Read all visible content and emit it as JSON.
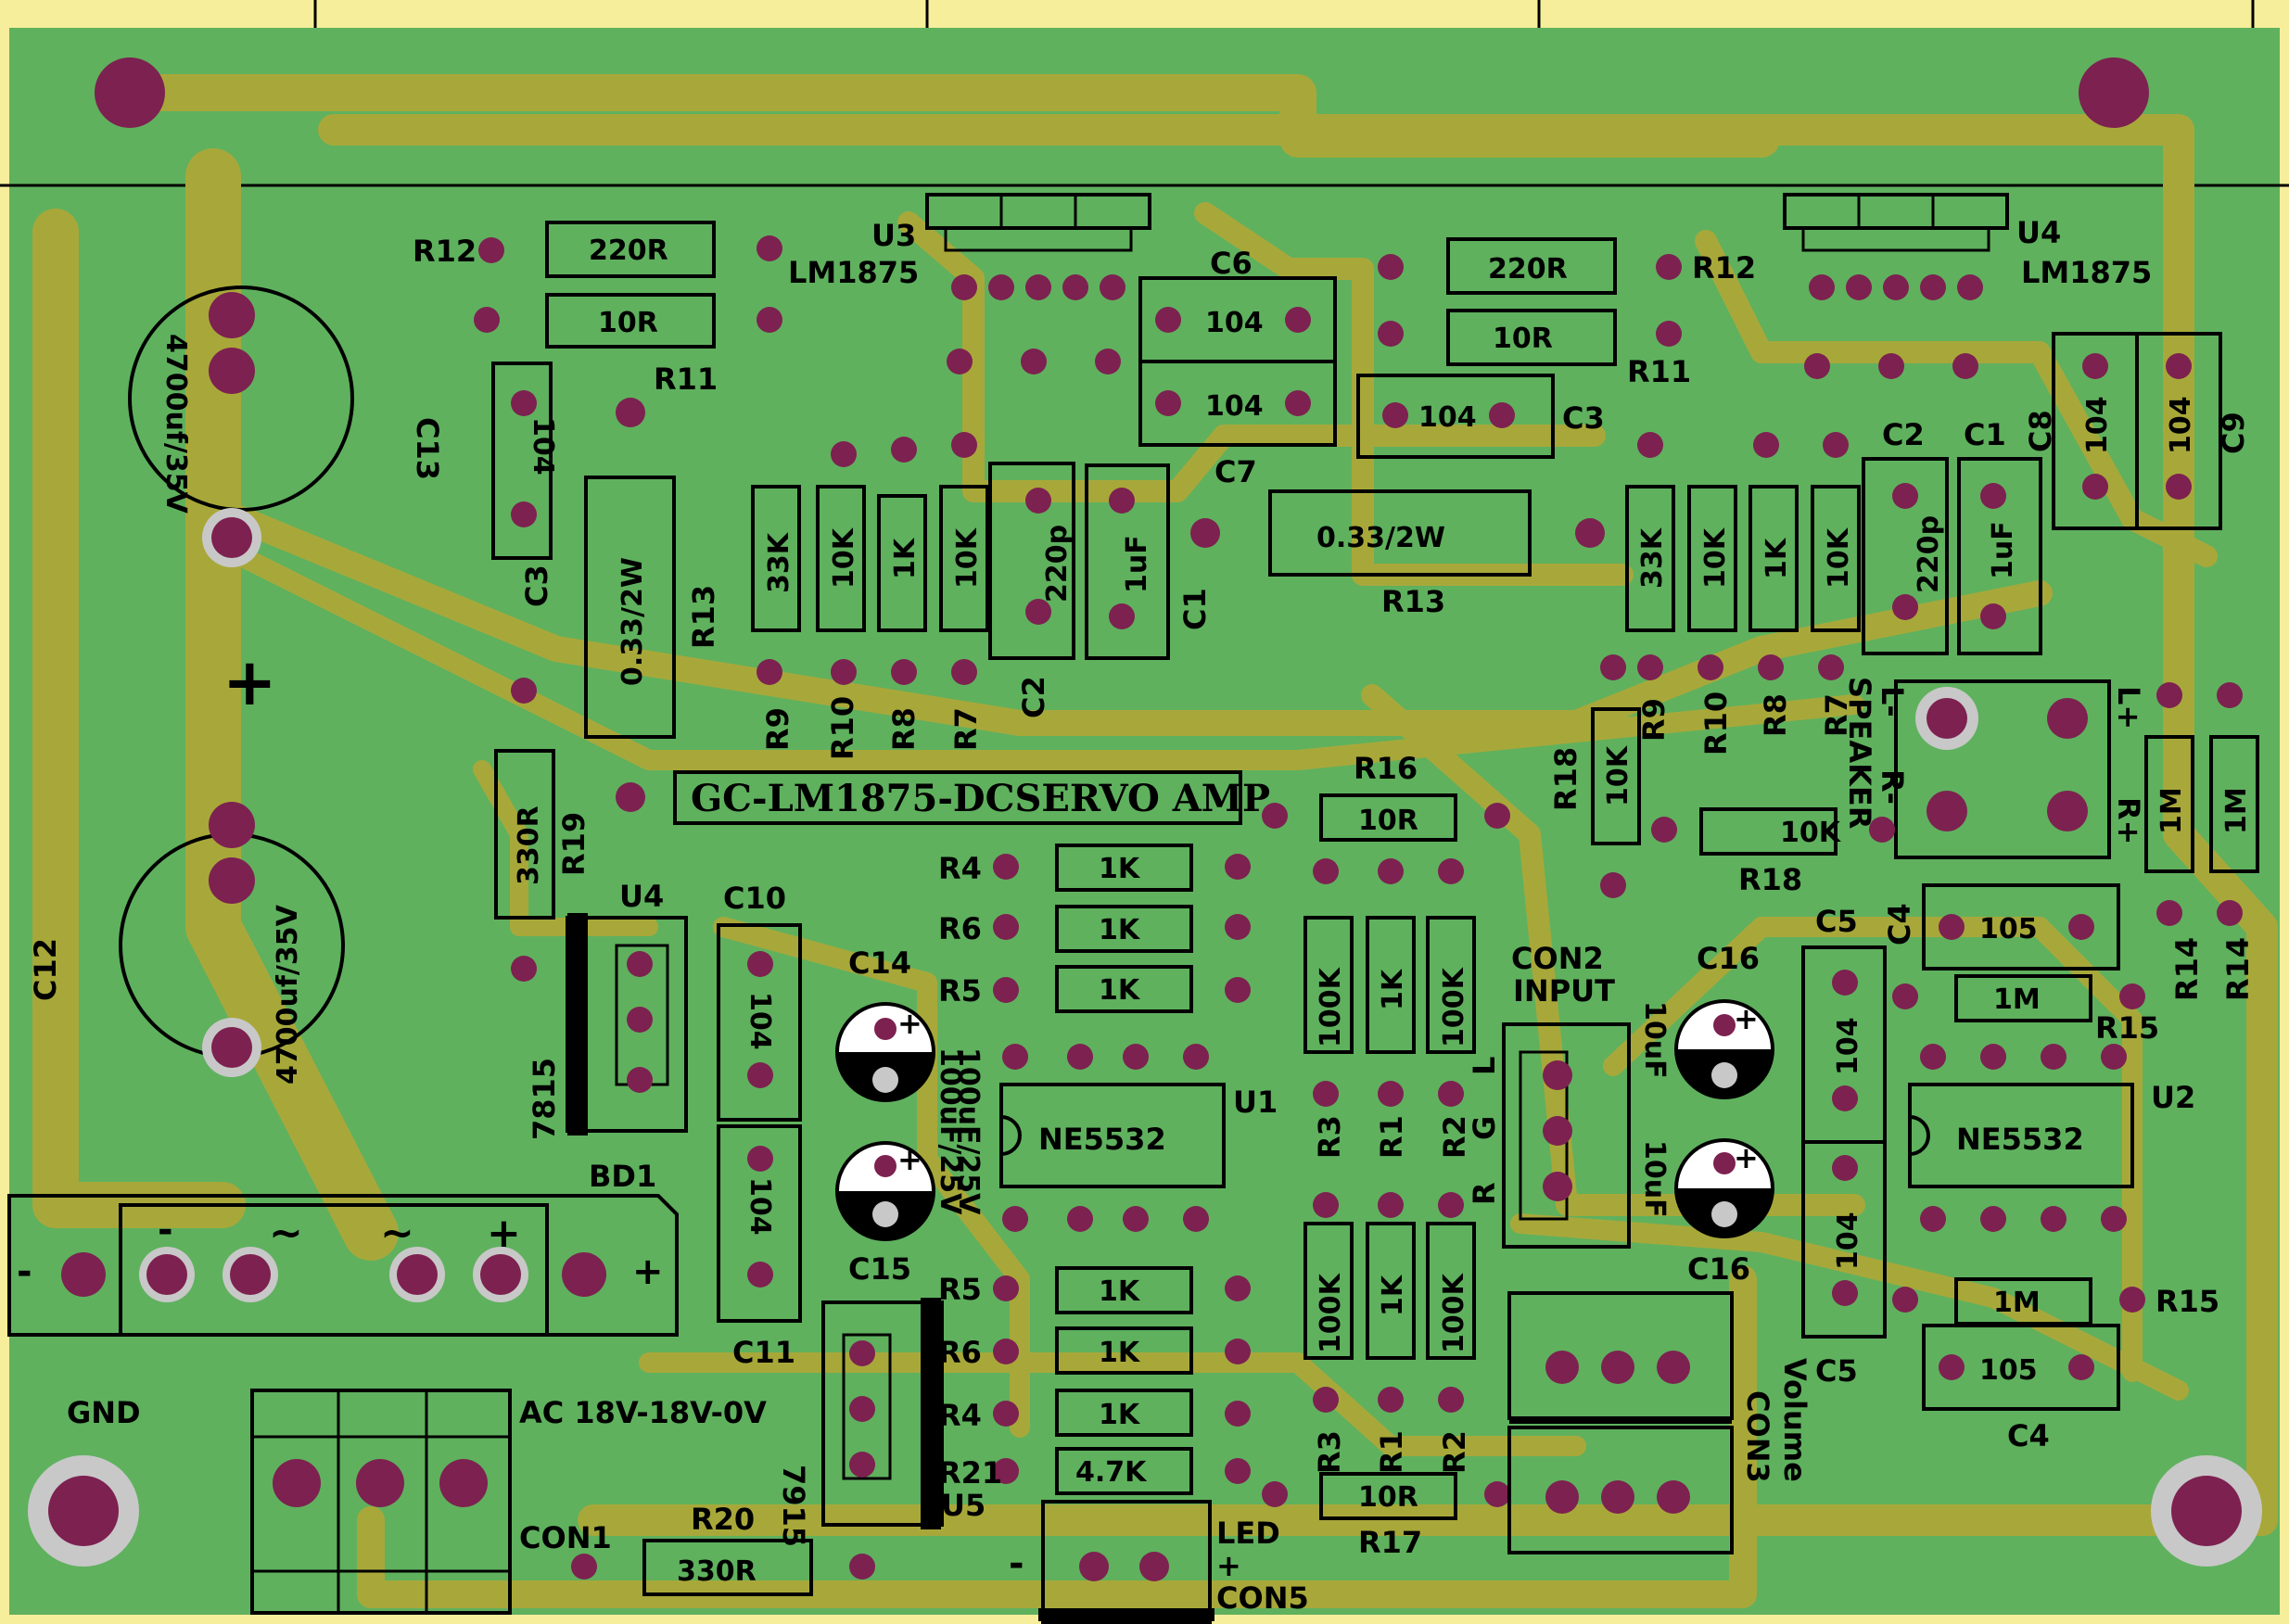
{
  "board": {
    "title": "GC-LM1875-DCSERVO AMP",
    "colors": {
      "board": "#5fb15e",
      "trace": "#a8a83a",
      "pad": "#7d2150",
      "ring": "#c8c8c8",
      "silk": "#000000",
      "edge": "#f7ee9b"
    }
  },
  "labels": {
    "r12_l": "R12",
    "r220_l": "220R",
    "r10_l": "10R",
    "r11_l": "R11",
    "u3": "U3",
    "lm1875_l": "LM1875",
    "c6": "C6",
    "c6a": "104",
    "c6b": "104",
    "c7": "C7",
    "c13": "C13",
    "c13v": "4700uf/35V",
    "c12": "C12",
    "c12v": "4700uf/35V",
    "c3_l": "C3",
    "c3v_l": "104",
    "r13_l": "R13",
    "r13v_l": "0.33/2W",
    "r9_l": "R9",
    "r9v_l": "33K",
    "r10b_l": "R10",
    "r10v_l": "10K",
    "r8_l": "R8",
    "r8v_l": "1K",
    "r7_l": "R7",
    "r7v_l": "10K",
    "c2_l": "C2",
    "c2v_l": "220p",
    "c1_l": "C1",
    "c1v_l": "1uF",
    "r220_r": "220R",
    "r12_r": "R12",
    "r10_r": "10R",
    "r11_r": "R11",
    "u4a": "U4",
    "lm1875_r": "LM1875",
    "c3_r": "C3",
    "c3v_r": "104",
    "r13_r": "R13",
    "r13v_r": "0.33/2W",
    "r9_r": "R9",
    "r9v_r": "33K",
    "r10b_r": "R10",
    "r10v_r": "10K",
    "r8_r": "R8",
    "r8v_r": "1K",
    "r7_r": "R7",
    "r7v_r": "10K",
    "c2_r": "C2",
    "c2v_r": "220p",
    "c1_r": "C1",
    "c1v_r": "1uF",
    "c8": "C8",
    "c8v": "104",
    "c9": "C9",
    "c9v": "104",
    "speaker": "SPEAKER",
    "l_minus": "L-",
    "r_minus": "R-",
    "l_plus": "L+",
    "r_plus": "R+",
    "r18a": "R18",
    "r18v": "10K",
    "r18b": "R18",
    "r18bv": "10K",
    "r14a": "R14",
    "r14b": "R14",
    "r14v": "1M",
    "r19": "R19",
    "r19v": "330R",
    "u4b": "U4",
    "v7815": "7815",
    "c10": "C10",
    "c10v": "104",
    "c14": "C14",
    "c14v": "100uF/25V",
    "c15": "C15",
    "c15v": "100uF/25V",
    "c11": "C11",
    "c11v": "104",
    "r16": "R16",
    "r16v": "10R",
    "r4a": "R4",
    "r6a": "R6",
    "r5a": "R5",
    "r4b": "R4",
    "r6b": "R6",
    "r5b": "R5",
    "k1": "1K",
    "u1": "U1",
    "ne5532": "NE5532",
    "u2": "U2",
    "r3a": "R3",
    "r1a": "R1",
    "r2a": "R2",
    "r3b": "R3",
    "r1b": "R1",
    "r2b": "R2",
    "k100": "100K",
    "l": "L",
    "g": "G",
    "r": "R",
    "con2": "CON2",
    "input": "INPUT",
    "c16a": "C16",
    "c16b": "C16",
    "c16v": "10uF",
    "c5a": "C5",
    "c5b": "C5",
    "c4a": "C4",
    "c4b": "C4",
    "c105": "105",
    "r15a": "R15",
    "r15b": "R15",
    "m1": "1M",
    "bd1": "BD1",
    "minus": "-",
    "plus": "+",
    "tilde": "~",
    "gnd": "GND",
    "ac": "AC 18V-18V-0V",
    "con1": "CON1",
    "r20": "R20",
    "r20v": "330R",
    "v7915": "7915",
    "u5": "U5",
    "r21": "R21",
    "r21v": "4.7K",
    "led": "LED",
    "con5": "CON5",
    "r17": "R17",
    "r17v": "10R",
    "volume": "Volume",
    "con3": "CON3"
  }
}
